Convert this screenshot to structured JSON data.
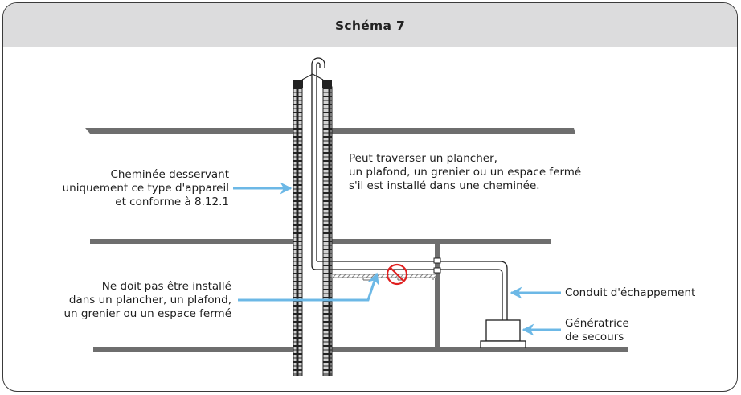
{
  "header": {
    "title": "Schéma 7"
  },
  "labels": {
    "chimney": [
      "Cheminée desservant",
      "uniquement ce type d'appareil",
      "et conforme à 8.12.1"
    ],
    "may_pass": [
      "Peut traverser un plancher,",
      "un plafond, un grenier ou un espace fermé",
      "s'il est installé dans une cheminée."
    ],
    "must_not": [
      "Ne doit pas être installé",
      "dans un plancher, un plafond,",
      "un grenier ou un espace fermé"
    ],
    "exhaust": "Conduit d'échappement",
    "generator": [
      "Génératrice",
      "de secours"
    ]
  },
  "icons": {
    "prohibited": "prohibited-sign-icon",
    "arrow": "arrow-icon"
  },
  "colors": {
    "header_bg": "#dcdcdd",
    "floor": "#6e6e6e",
    "arrow": "#6cb8e6",
    "prohibited": "#e02020",
    "brick": "#d2d2d2"
  }
}
